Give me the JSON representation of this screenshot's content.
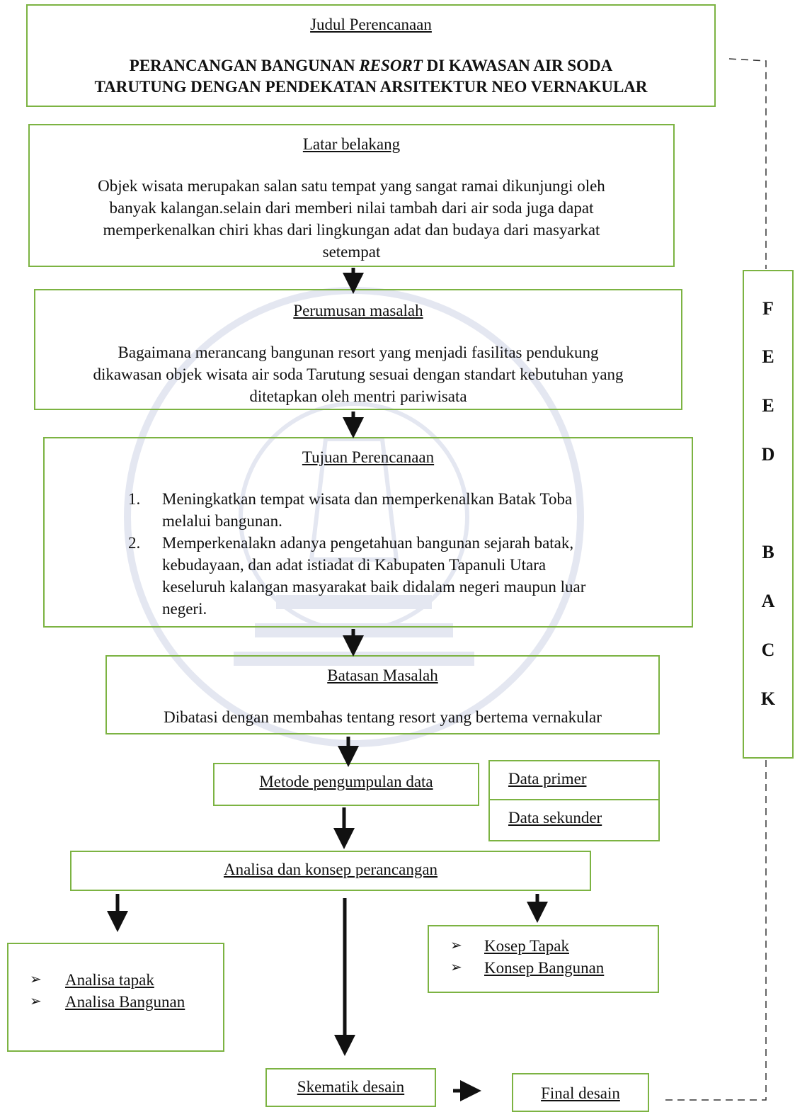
{
  "title_box": {
    "label": "Judul Perencanaan",
    "heading_line1_pre": "PERANCANGAN  BANGUNAN ",
    "heading_line1_italic": "RESORT",
    "heading_line1_post": " DI KAWASAN AIR SODA",
    "heading_line2": "TARUTUNG DENGAN PENDEKATAN ARSITEKTUR NEO VERNAKULAR"
  },
  "latar": {
    "label": "Latar belakang",
    "lines": [
      "Objek wisata merupakan salan satu tempat yang sangat ramai dikunjungi oleh",
      "banyak kalangan.selain dari memberi nilai tambah dari air soda juga dapat",
      "memperkenalkan chiri khas dari lingkungan adat dan budaya dari masyarkat",
      "setempat"
    ]
  },
  "perumusan": {
    "label": "Perumusan masalah",
    "lines": [
      "Bagaimana merancang bangunan resort yang menjadi fasilitas pendukung",
      "dikawasan objek wisata air soda Tarutung sesuai dengan standart kebutuhan yang",
      "ditetapkan oleh mentri pariwisata"
    ]
  },
  "tujuan": {
    "label": "Tujuan Perencanaan",
    "items": [
      {
        "num": "1.",
        "lines": [
          "Meningkatkan tempat wisata dan memperkenalkan Batak Toba",
          "melalui bangunan."
        ]
      },
      {
        "num": "2.",
        "lines": [
          "Memperkenalakn adanya pengetahuan bangunan sejarah batak,",
          "kebudayaan, dan adat istiadat di Kabupaten Tapanuli Utara",
          "keseluruh kalangan masyarakat baik didalam negeri maupun luar",
          "negeri."
        ]
      }
    ]
  },
  "batasan": {
    "label": "Batasan Masalah",
    "text": "Dibatasi dengan membahas tentang resort yang bertema vernakular"
  },
  "metode": {
    "label": "Metode pengumpulan data",
    "data_primer": "Data primer",
    "data_sekunder": "Data sekunder"
  },
  "analisa_konsep": {
    "label": "Analisa dan konsep perancangan"
  },
  "analisa_list": {
    "items": [
      "Analisa tapak",
      "Analisa Bangunan"
    ]
  },
  "konsep_list": {
    "items": [
      "Kosep Tapak",
      "Konsep Bangunan"
    ]
  },
  "skematik": {
    "label": "Skematik desain"
  },
  "final": {
    "label": "Final desain"
  },
  "feedback": {
    "letters": [
      "F",
      "E",
      "E",
      "D",
      "B",
      "A",
      "C",
      "K"
    ]
  },
  "colors": {
    "border": "#7cb342",
    "arrow": "#111111"
  }
}
